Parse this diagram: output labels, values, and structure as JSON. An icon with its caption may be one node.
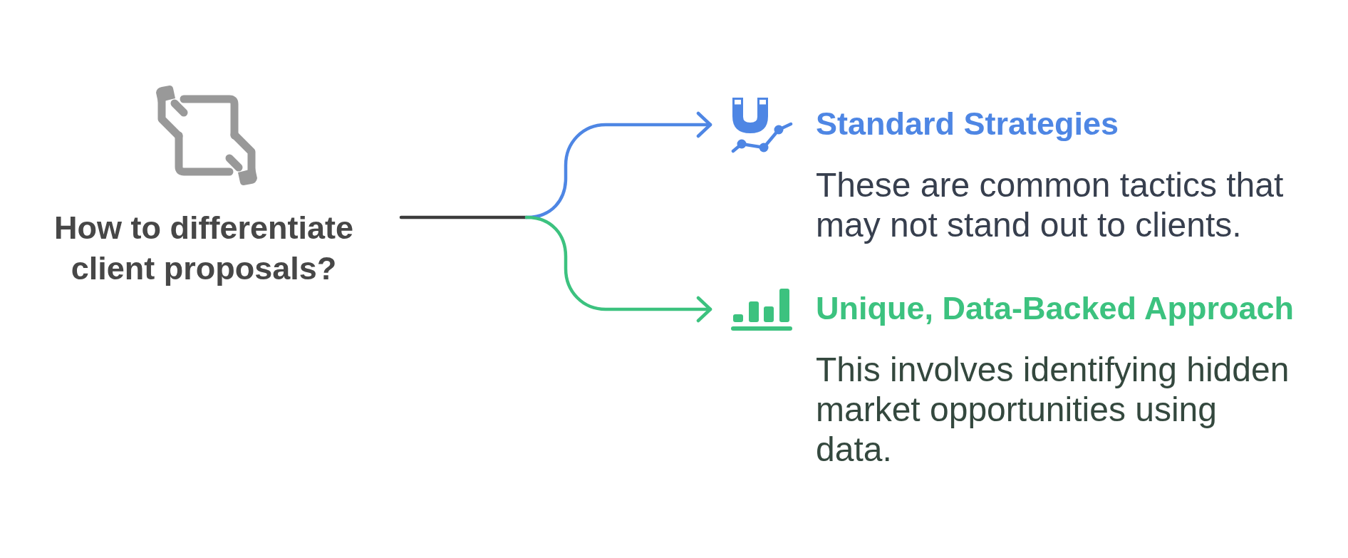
{
  "diagram": {
    "nodes": [
      {
        "text": [
          "How to differentiate client proposals?"
        ]
      },
      {
        "text": [
          "Standard Strategies",
          "These are common tactics that may not stand out to clients."
        ]
      },
      {
        "text": [
          "Unique, Data-Backed Approach",
          "This involves identifying hidden market opportunities using data."
        ]
      }
    ],
    "edges": [
      {
        "from": 0,
        "to": 1,
        "arrow": "to",
        "color": "#4e86e4"
      },
      {
        "from": 0,
        "to": 2,
        "arrow": "to",
        "color": "#3cc27f"
      }
    ]
  }
}
